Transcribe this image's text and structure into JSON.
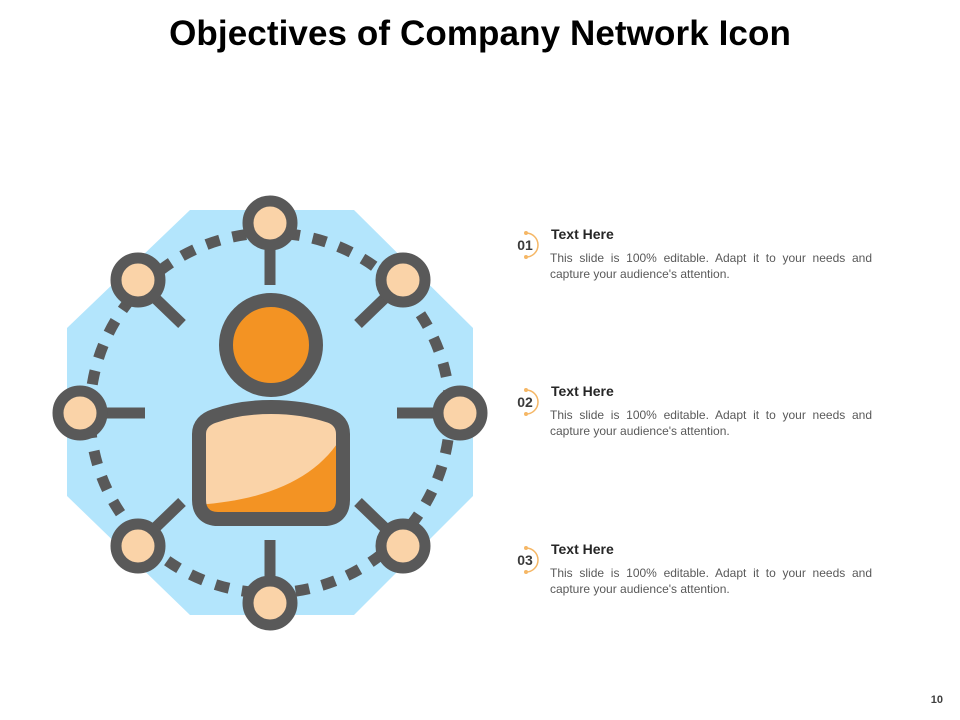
{
  "title": "Objectives of Company Network Icon",
  "icon": "person-network-icon",
  "colors": {
    "octagon": "#b3e5fc",
    "outline": "#595959",
    "accent_orange": "#f39323",
    "accent_peach": "#fad3a8",
    "number_ring": "#f5b766"
  },
  "items": [
    {
      "number": "01",
      "heading": "Text Here",
      "description": "This slide is 100% editable. Adapt it to your needs and capture your audience's attention."
    },
    {
      "number": "02",
      "heading": "Text Here",
      "description": "This slide is 100% editable. Adapt it to your needs and capture your audience's attention."
    },
    {
      "number": "03",
      "heading": "Text Here",
      "description": "This slide is 100% editable. Adapt it to your needs and capture your audience's attention."
    }
  ],
  "page_number": "10"
}
